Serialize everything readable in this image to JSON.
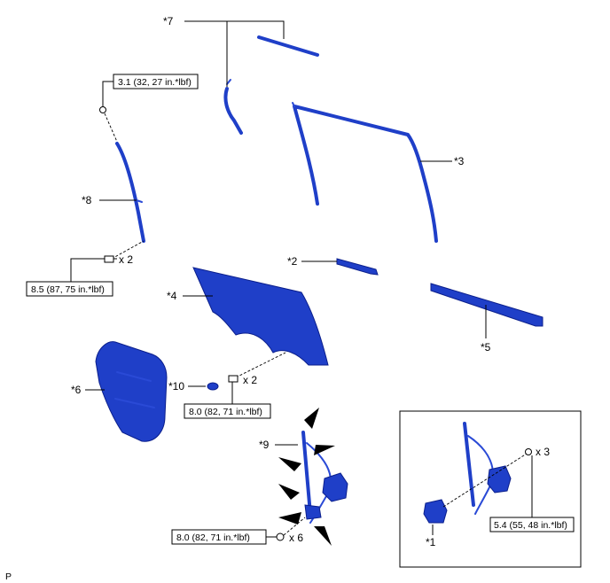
{
  "callouts": {
    "c7": "*7",
    "c3": "*3",
    "c8": "*8",
    "c2": "*2",
    "c4": "*4",
    "c5": "*5",
    "c6": "*6",
    "c10": "*10",
    "c9": "*9",
    "c1": "*1"
  },
  "torques": {
    "t1": "3.1 (32, 27 in.*lbf)",
    "t2": "8.5 (87, 75 in.*lbf)",
    "t3": "8.0 (82, 71 in.*lbf)",
    "t4": "8.0 (82, 71 in.*lbf)",
    "t5": "5.4 (55, 48 in.*lbf)"
  },
  "quantities": {
    "q_bolt8": "x 2",
    "q_bolt4": "x 2",
    "q_bolt9": "x 6",
    "q_bolt1": "x 3"
  },
  "corner_code": "P",
  "colors": {
    "part": "#1f3fc8",
    "line": "#000000"
  }
}
